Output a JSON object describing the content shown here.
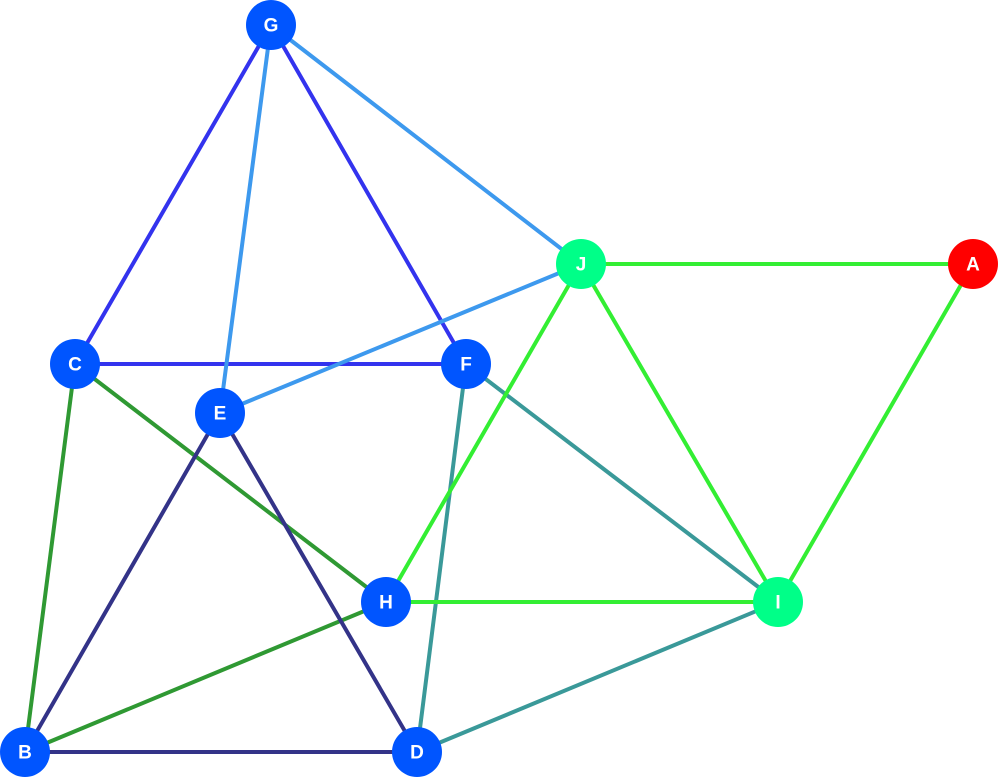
{
  "colors": {
    "background": "#ffffff",
    "node_default": "#0055ff",
    "node_green": "#00ff88",
    "node_red": "#ff0000",
    "edge_blue": "#3333ee",
    "edge_light_blue": "#3d99ee",
    "edge_green": "#2f9933",
    "edge_navy": "#333388",
    "edge_teal": "#3a9999",
    "edge_bright_green": "#33ee33",
    "label": "#ffffff"
  },
  "nodes": [
    {
      "id": "A",
      "label": "A",
      "color": "node_red"
    },
    {
      "id": "B",
      "label": "B",
      "color": "node_default"
    },
    {
      "id": "C",
      "label": "C",
      "color": "node_default"
    },
    {
      "id": "D",
      "label": "D",
      "color": "node_default"
    },
    {
      "id": "E",
      "label": "E",
      "color": "node_default"
    },
    {
      "id": "F",
      "label": "F",
      "color": "node_default"
    },
    {
      "id": "G",
      "label": "G",
      "color": "node_default"
    },
    {
      "id": "H",
      "label": "H",
      "color": "node_default"
    },
    {
      "id": "I",
      "label": "I",
      "color": "node_green"
    },
    {
      "id": "J",
      "label": "J",
      "color": "node_green"
    }
  ],
  "edges": [
    {
      "from": "G",
      "to": "C",
      "color": "edge_blue"
    },
    {
      "from": "G",
      "to": "F",
      "color": "edge_blue"
    },
    {
      "from": "C",
      "to": "F",
      "color": "edge_blue"
    },
    {
      "from": "G",
      "to": "E",
      "color": "edge_light_blue"
    },
    {
      "from": "G",
      "to": "J",
      "color": "edge_light_blue"
    },
    {
      "from": "J",
      "to": "E",
      "color": "edge_light_blue"
    },
    {
      "from": "C",
      "to": "B",
      "color": "edge_green"
    },
    {
      "from": "C",
      "to": "H",
      "color": "edge_green"
    },
    {
      "from": "H",
      "to": "B",
      "color": "edge_green"
    },
    {
      "from": "E",
      "to": "B",
      "color": "edge_navy"
    },
    {
      "from": "E",
      "to": "D",
      "color": "edge_navy"
    },
    {
      "from": "B",
      "to": "D",
      "color": "edge_navy"
    },
    {
      "from": "F",
      "to": "D",
      "color": "edge_teal"
    },
    {
      "from": "F",
      "to": "I",
      "color": "edge_teal"
    },
    {
      "from": "I",
      "to": "D",
      "color": "edge_teal"
    },
    {
      "from": "J",
      "to": "A",
      "color": "edge_bright_green"
    },
    {
      "from": "J",
      "to": "H",
      "color": "edge_bright_green"
    },
    {
      "from": "J",
      "to": "I",
      "color": "edge_bright_green"
    },
    {
      "from": "H",
      "to": "I",
      "color": "edge_bright_green"
    },
    {
      "from": "A",
      "to": "I",
      "color": "edge_bright_green"
    }
  ]
}
